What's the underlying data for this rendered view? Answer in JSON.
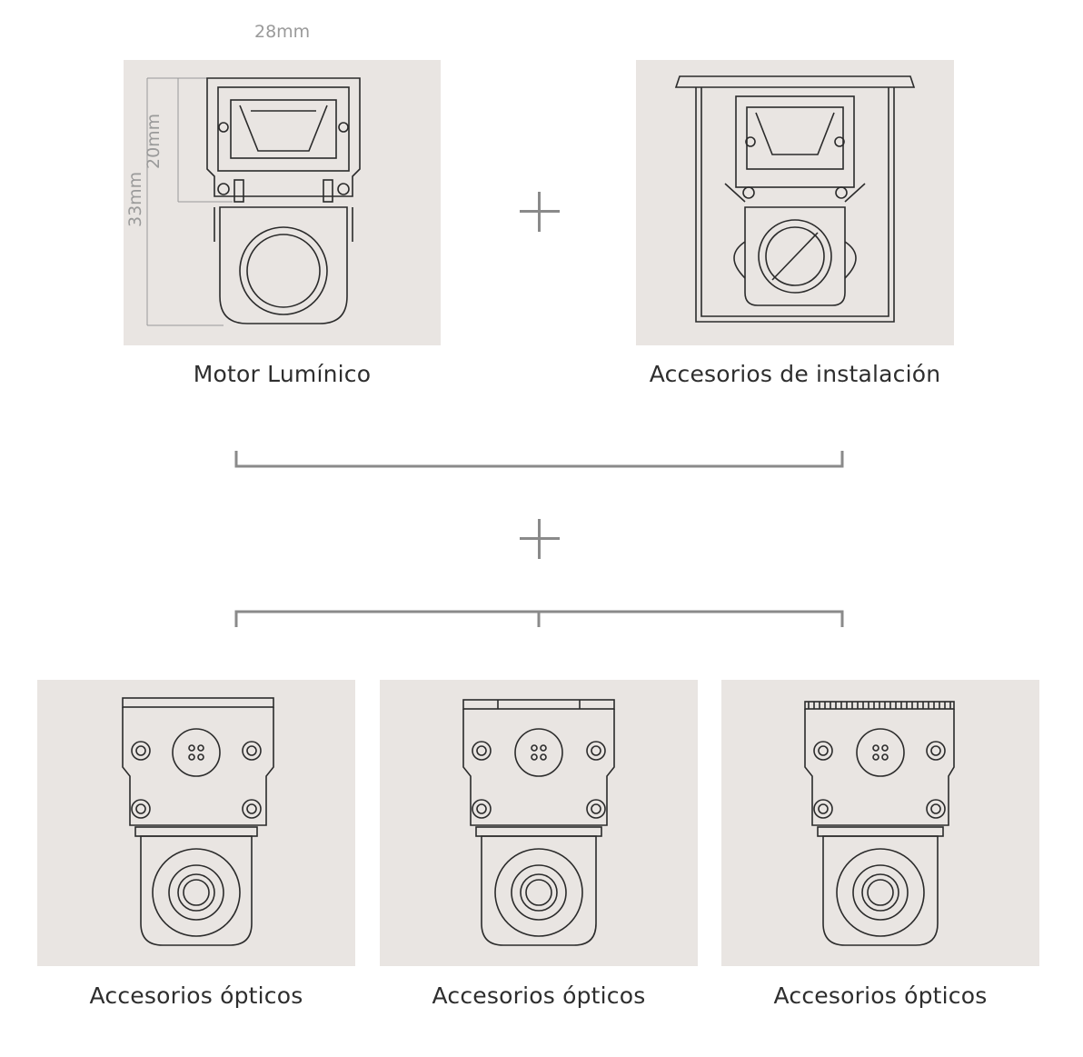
{
  "top_row": {
    "motor": {
      "caption": "Motor Lumínico"
    },
    "installation": {
      "caption": "Accesorios de instalación"
    }
  },
  "dimensions": {
    "width_label": "28mm",
    "height_label": "20mm",
    "total_label": "33mm"
  },
  "bottom_row": {
    "optics": [
      {
        "caption": "Accesorios ópticos"
      },
      {
        "caption": "Accesorios ópticos"
      },
      {
        "caption": "Accesorios ópticos"
      }
    ]
  },
  "colors": {
    "panel": "#e9e5e2",
    "connector": "#8a8a8a",
    "line": "#2b2b2b"
  }
}
